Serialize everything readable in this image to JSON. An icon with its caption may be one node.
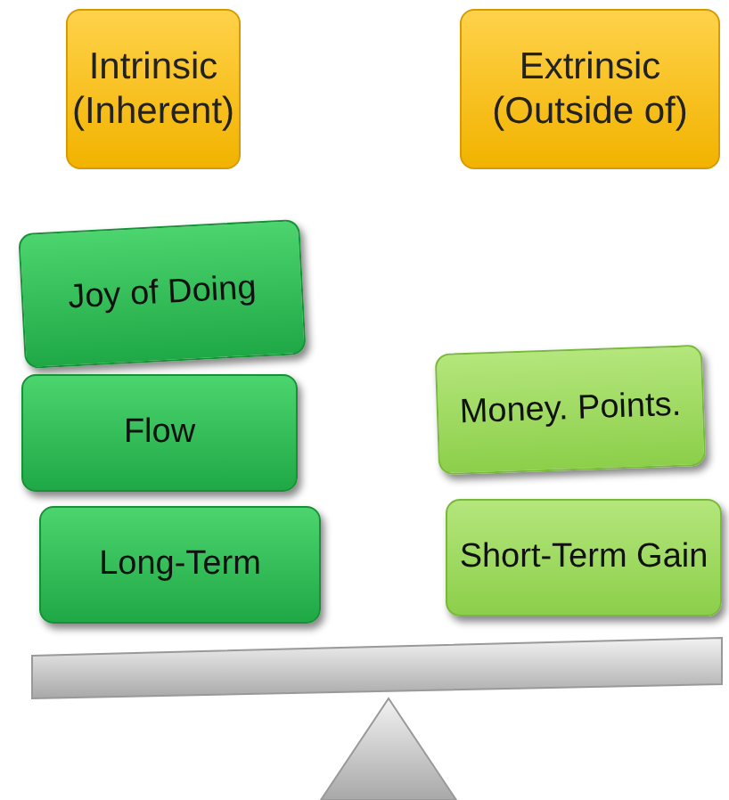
{
  "diagram": {
    "nodes": [
      {
        "text": [
          "Intrinsic (Inherent)"
        ]
      },
      {
        "text": [
          "Extrinsic (Outside of)"
        ]
      },
      {
        "text": [
          "Joy of Doing"
        ]
      },
      {
        "text": [
          "Flow"
        ]
      },
      {
        "text": [
          "Money. Points."
        ]
      },
      {
        "text": [
          "Long-Term"
        ]
      },
      {
        "text": [
          "Short-Term Gain"
        ]
      }
    ]
  }
}
